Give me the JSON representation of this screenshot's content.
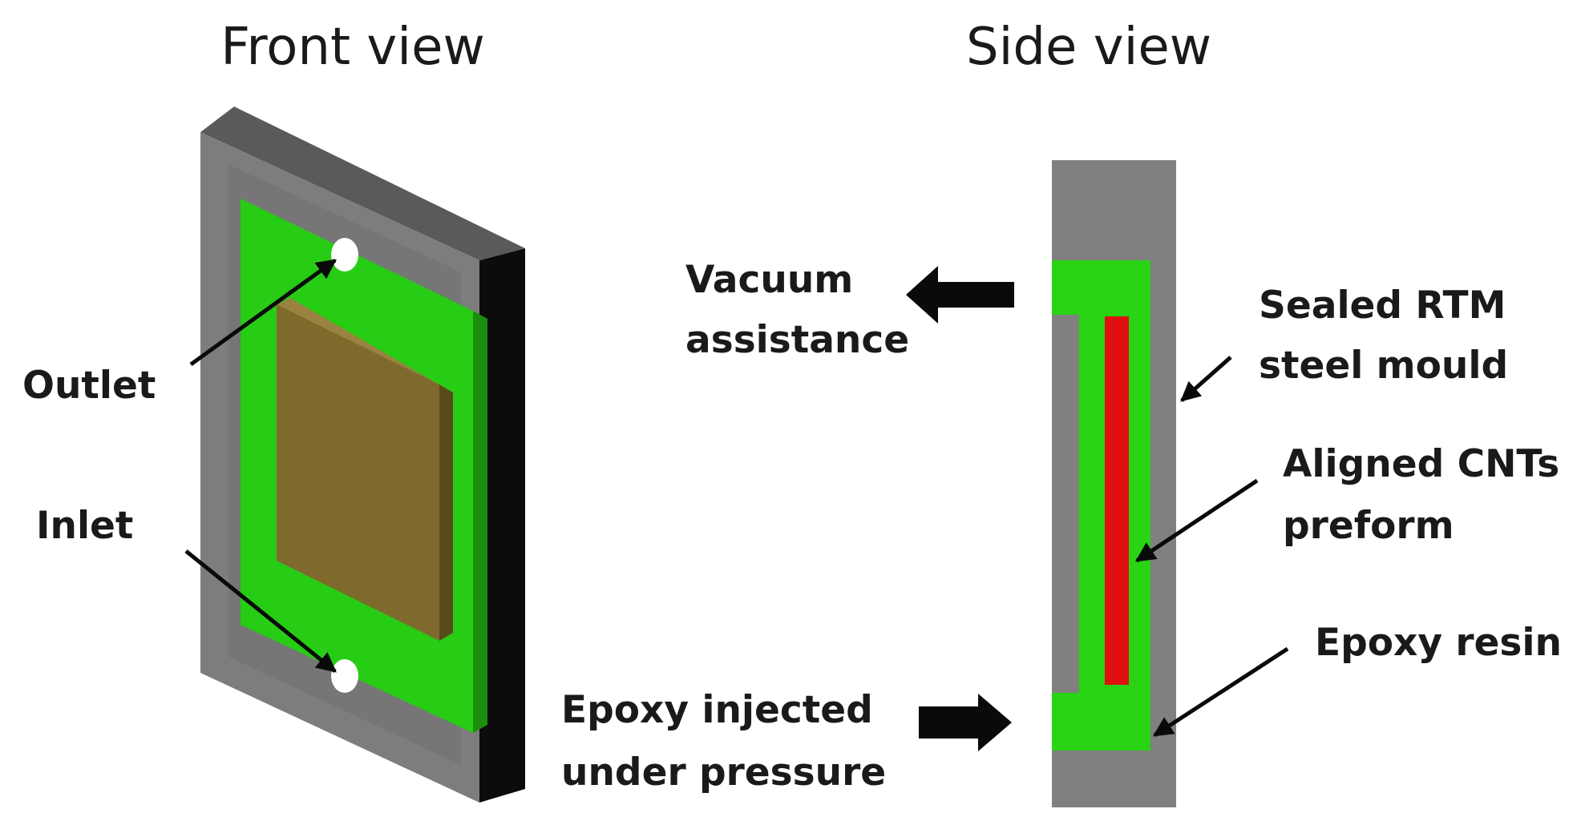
{
  "titles": {
    "front": "Front view",
    "side": "Side view"
  },
  "front_labels": {
    "outlet": "Outlet",
    "inlet": "Inlet"
  },
  "side_labels": {
    "vacuum_line1": "Vacuum",
    "vacuum_line2": "assistance",
    "injected_line1": "Epoxy injected",
    "injected_line2": "under pressure",
    "mould_line1": "Sealed RTM",
    "mould_line2": "steel mould",
    "cnt_line1": "Aligned CNTs",
    "cnt_line2": "preform",
    "resin": "Epoxy resin"
  },
  "colors": {
    "mould_grey": "#7a7a7a",
    "mould_side": "#0c0c0c",
    "resin_green": "#2bd616",
    "preform_brown": "#8a6a2a",
    "cnt_red": "#e01010",
    "arrow_black": "#0a0a0a"
  }
}
